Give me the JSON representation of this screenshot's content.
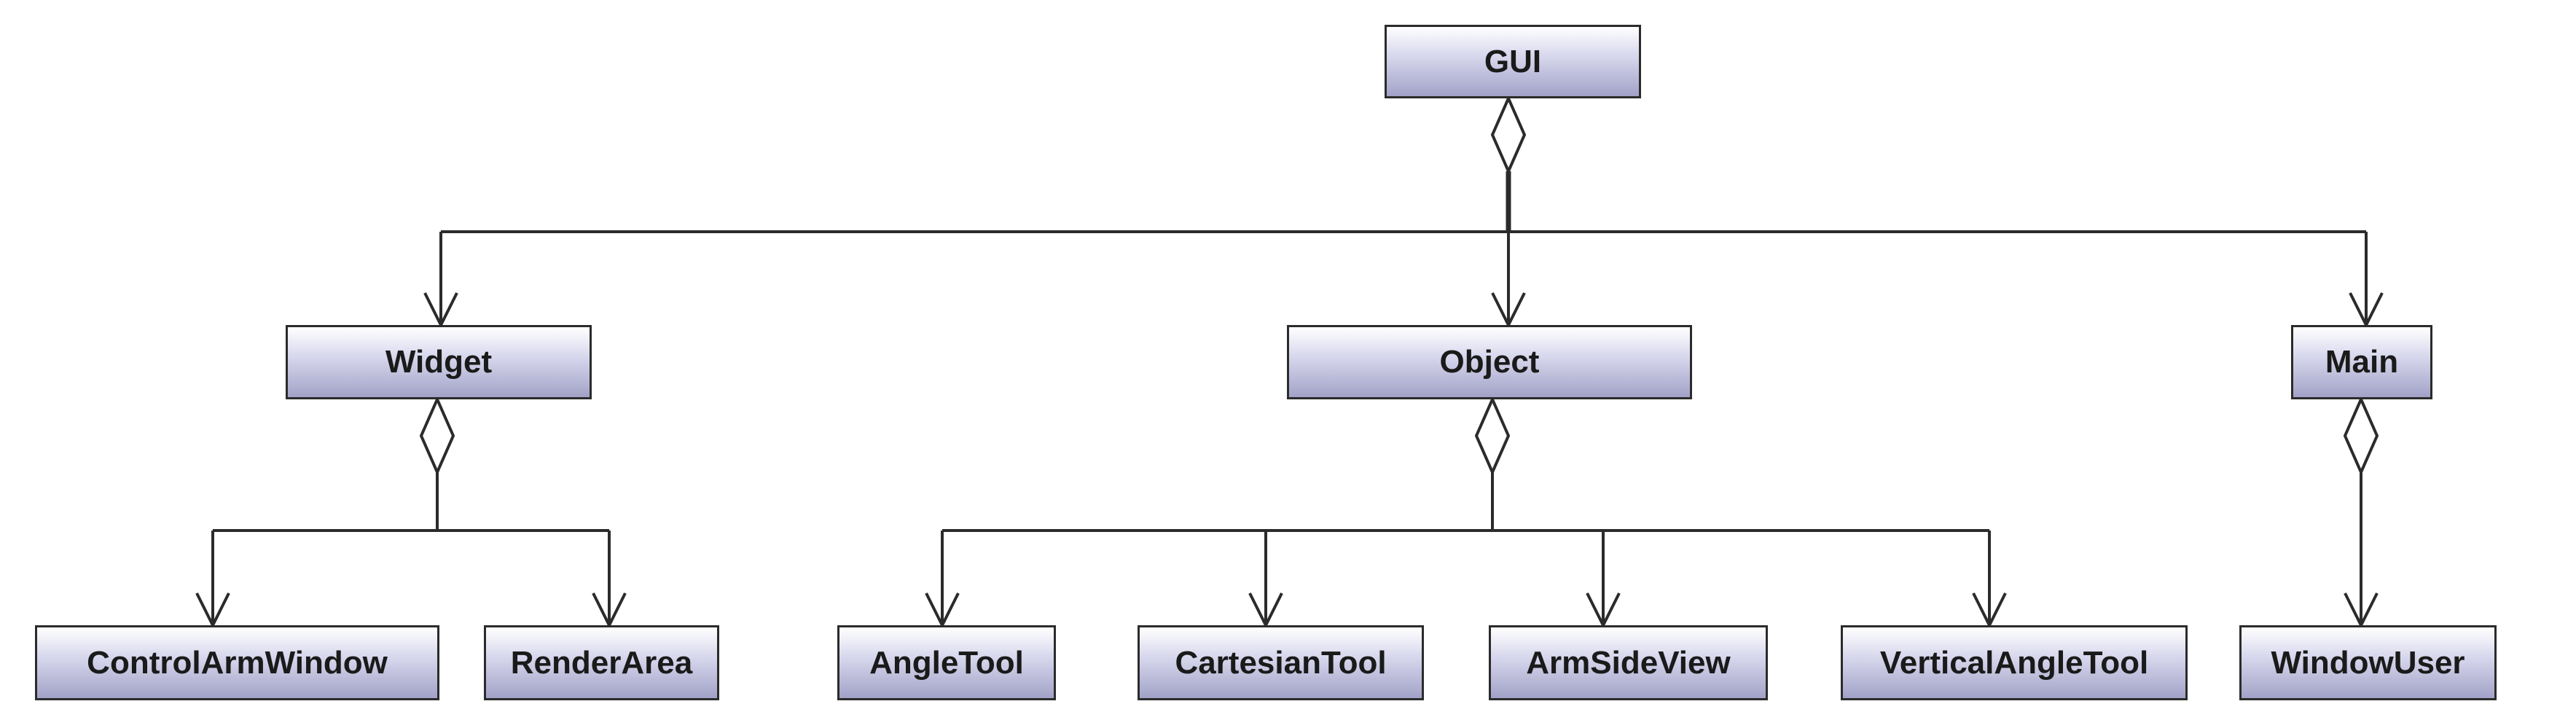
{
  "diagram": {
    "type": "uml-class-aggregation-tree",
    "nodes": {
      "gui": "GUI",
      "widget": "Widget",
      "object": "Object",
      "main": "Main",
      "control_arm_window": "ControlArmWindow",
      "render_area": "RenderArea",
      "angle_tool": "AngleTool",
      "cartesian_tool": "CartesianTool",
      "arm_side_view": "ArmSideView",
      "vertical_angle_tool": "VerticalAngleTool",
      "window_user": "WindowUser"
    },
    "relations": [
      {
        "from": "gui",
        "to": "widget",
        "kind": "aggregation"
      },
      {
        "from": "gui",
        "to": "object",
        "kind": "aggregation"
      },
      {
        "from": "gui",
        "to": "main",
        "kind": "aggregation"
      },
      {
        "from": "widget",
        "to": "control_arm_window",
        "kind": "aggregation"
      },
      {
        "from": "widget",
        "to": "render_area",
        "kind": "aggregation"
      },
      {
        "from": "object",
        "to": "angle_tool",
        "kind": "aggregation"
      },
      {
        "from": "object",
        "to": "cartesian_tool",
        "kind": "aggregation"
      },
      {
        "from": "object",
        "to": "arm_side_view",
        "kind": "aggregation"
      },
      {
        "from": "object",
        "to": "vertical_angle_tool",
        "kind": "aggregation"
      },
      {
        "from": "main",
        "to": "window_user",
        "kind": "aggregation"
      }
    ],
    "colors": {
      "box_top": "#ffffff",
      "box_bottom": "#a2a2c8",
      "line": "#2b2b2b"
    }
  }
}
